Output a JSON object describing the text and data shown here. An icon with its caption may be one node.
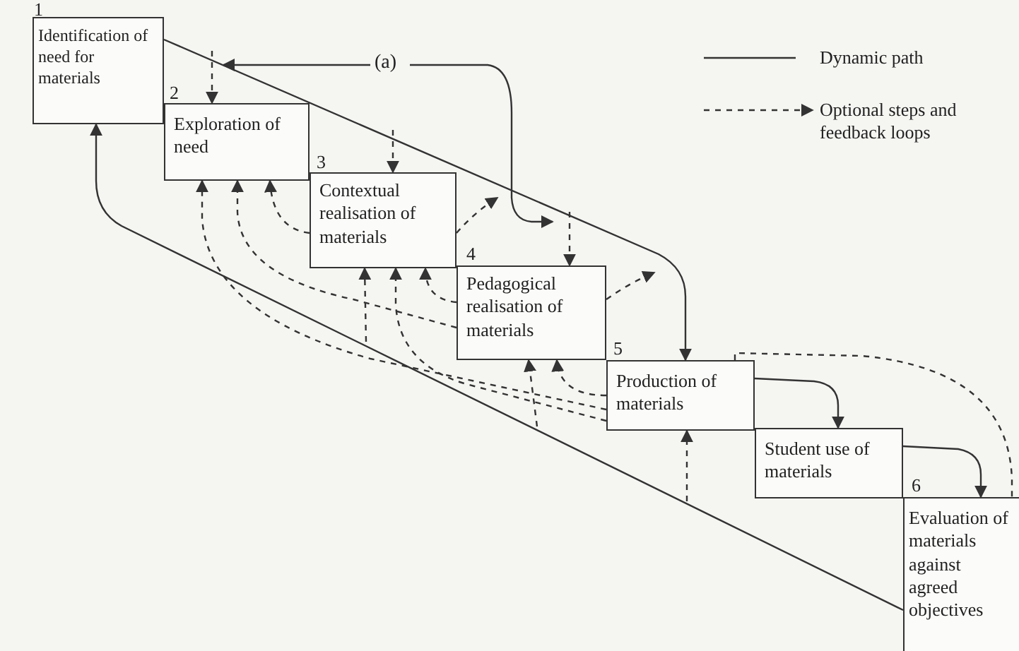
{
  "diagram": {
    "nodes": [
      {
        "text": [
          "Identification of need for materials"
        ],
        "beside": [
          "1"
        ]
      },
      {
        "text": [
          "Exploration of need"
        ],
        "beside": [
          "2"
        ]
      },
      {
        "text": [
          "Contextual realisation of materials"
        ],
        "beside": [
          "3"
        ]
      },
      {
        "text": [
          "Pedagogical realisation of materials"
        ],
        "beside": [
          "4"
        ]
      },
      {
        "text": [
          "Production of materials"
        ],
        "beside": [
          "5"
        ]
      },
      {
        "text": [
          "Student use of materials"
        ]
      },
      {
        "text": [
          "Evaluation of materials against agreed objectives"
        ],
        "beside": [
          "6"
        ]
      },
      {
        "text": [
          "(a)"
        ]
      }
    ],
    "edges": [
      {
        "from": 0,
        "to": 4,
        "arrow": "to"
      },
      {
        "from": 4,
        "to": 5,
        "arrow": "to"
      },
      {
        "from": 5,
        "to": 6,
        "arrow": "to"
      },
      {
        "from": 6,
        "to": 0,
        "arrow": "to"
      },
      {
        "from": 7,
        "to": null,
        "arrow": "to"
      },
      {
        "from": 7,
        "to": null,
        "arrow": "to"
      },
      {
        "from": null,
        "to": 1,
        "arrow": "to",
        "style": "dashed"
      },
      {
        "from": null,
        "to": 2,
        "arrow": "to",
        "style": "dashed"
      },
      {
        "from": null,
        "to": 3,
        "arrow": "to",
        "style": "dashed"
      },
      {
        "from": 2,
        "to": null,
        "arrow": "to",
        "style": "dashed"
      },
      {
        "from": 3,
        "to": null,
        "arrow": "to",
        "style": "dashed"
      },
      {
        "from": 2,
        "to": 1,
        "arrow": "to",
        "style": "dashed"
      },
      {
        "from": 3,
        "to": 1,
        "arrow": "to",
        "style": "dashed"
      },
      {
        "from": 4,
        "to": 1,
        "arrow": "to",
        "style": "dashed"
      },
      {
        "from": 3,
        "to": 2,
        "arrow": "to",
        "style": "dashed"
      },
      {
        "from": 4,
        "to": 2,
        "arrow": "to",
        "style": "dashed"
      },
      {
        "from": null,
        "to": 2,
        "arrow": "to",
        "style": "dashed"
      },
      {
        "from": 4,
        "to": 3,
        "arrow": "to",
        "style": "dashed"
      },
      {
        "from": null,
        "to": 3,
        "arrow": "to",
        "style": "dashed"
      },
      {
        "from": null,
        "to": 4,
        "arrow": "to",
        "style": "dashed"
      },
      {
        "from": 4,
        "to": 6,
        "arrow": "none",
        "style": "dashed"
      }
    ],
    "legend": [
      {
        "text": "Dynamic path"
      },
      {
        "text": "Optional steps and feedback loops"
      }
    ]
  }
}
